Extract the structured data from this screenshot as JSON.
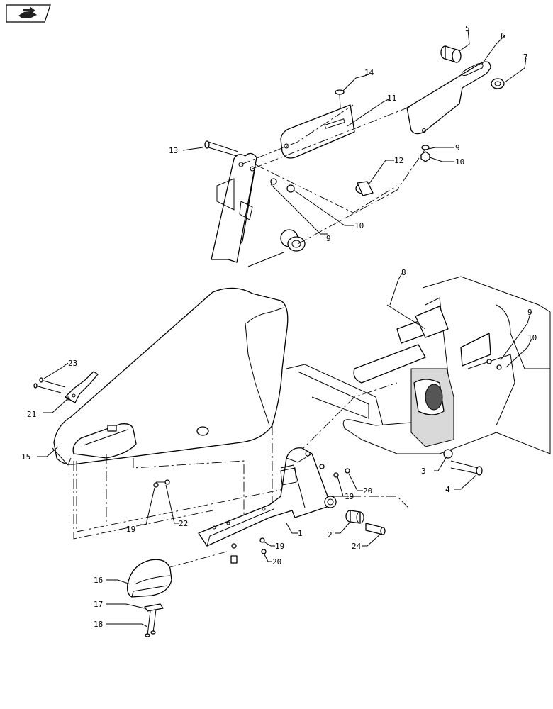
{
  "nav": {
    "icon": "book-arrow-icon"
  },
  "callouts": [
    {
      "id": "c5",
      "label": "5"
    },
    {
      "id": "c6",
      "label": "6"
    },
    {
      "id": "c7",
      "label": "7"
    },
    {
      "id": "c14",
      "label": "14"
    },
    {
      "id": "c11",
      "label": "11"
    },
    {
      "id": "c9a",
      "label": "9"
    },
    {
      "id": "c10a",
      "label": "10"
    },
    {
      "id": "c13",
      "label": "13"
    },
    {
      "id": "c12",
      "label": "12"
    },
    {
      "id": "c9b",
      "label": "9"
    },
    {
      "id": "c10b",
      "label": "10"
    },
    {
      "id": "c8",
      "label": "8"
    },
    {
      "id": "c9c",
      "label": "9"
    },
    {
      "id": "c10c",
      "label": "10"
    },
    {
      "id": "c23",
      "label": "23"
    },
    {
      "id": "c21",
      "label": "21"
    },
    {
      "id": "c15",
      "label": "15"
    },
    {
      "id": "c3",
      "label": "3"
    },
    {
      "id": "c4",
      "label": "4"
    },
    {
      "id": "c19a",
      "label": "19"
    },
    {
      "id": "c20a",
      "label": "20"
    },
    {
      "id": "c19b",
      "label": "19"
    },
    {
      "id": "c22",
      "label": "22"
    },
    {
      "id": "c1",
      "label": "1"
    },
    {
      "id": "c2",
      "label": "2"
    },
    {
      "id": "c24",
      "label": "24"
    },
    {
      "id": "c19c",
      "label": "19"
    },
    {
      "id": "c20b",
      "label": "20"
    },
    {
      "id": "c16",
      "label": "16"
    },
    {
      "id": "c17",
      "label": "17"
    },
    {
      "id": "c18",
      "label": "18"
    }
  ]
}
